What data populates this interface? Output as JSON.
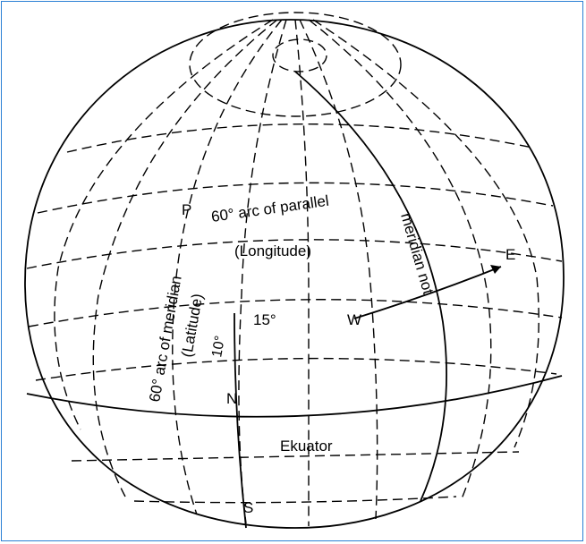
{
  "diagram": {
    "labels": {
      "point_p": "P",
      "arc_parallel": "60° arc of parallel",
      "longitude": "(Longitude)",
      "meridian_not": "meridian not",
      "point_e": "E",
      "arc_meridian": "60° arc of meridian",
      "latitude": "(Latitude)",
      "deg_15": "15°",
      "point_w": "W",
      "deg_10": "10°",
      "point_n": "N",
      "equator": "Ekuator",
      "point_s": "S"
    },
    "colors": {
      "frame": "#2a7fd4",
      "ink": "#000000"
    }
  }
}
